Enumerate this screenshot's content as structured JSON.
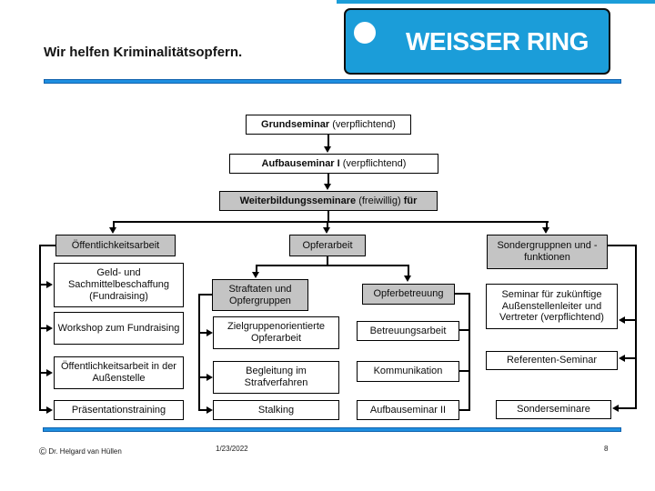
{
  "header": {
    "title": "Wir helfen Kriminalitätsopfern.",
    "logo": {
      "text": "WEISSER RING",
      "icon": "white-ring"
    }
  },
  "chain": [
    {
      "bold": "Grundseminar",
      "regular": " (verpflichtend)",
      "bold2": ""
    },
    {
      "bold": "Aufbauseminar I",
      "regular": " (verpflichtend)",
      "bold2": ""
    },
    {
      "bold": "Weiterbildungsseminare",
      "regular": " (freiwillig) ",
      "bold2": "für"
    }
  ],
  "groups": {
    "public": {
      "header": "Öffentlichkeitsarbeit",
      "items": [
        "Geld- und Sachmittelbeschaffung (Fundraising)",
        "Workshop zum Fundraising",
        "Öffentlichkeitsarbeit in der Außenstelle",
        "Präsentationstraining"
      ]
    },
    "victim": {
      "header": "Opferarbeit",
      "crimes": {
        "header": "Straftaten und Opfergruppen",
        "items": [
          "Zielgruppenorientierte Opferarbeit",
          "Begleitung im Strafverfahren",
          "Stalking"
        ]
      },
      "care": {
        "header": "Opferbetreuung",
        "items": [
          "Betreuungsarbeit",
          "Kommunikation",
          "Aufbauseminar II"
        ]
      }
    },
    "special": {
      "header": "Sondergruppnen und -funktionen",
      "items": [
        "Seminar für zukünftige Außenstellenleiter und Vertreter (verpflichtend)",
        "Referenten-Seminar",
        "Sonderseminare"
      ]
    }
  },
  "footer": {
    "copyright_symbol": "©",
    "author": "Dr. Helgard van Hüllen",
    "date": "1/23/2022",
    "page": "8"
  },
  "colors": {
    "logo_blue": "#1b9dd9",
    "rule_blue": "#1e8fe0",
    "box_gray": "#c4c4c4"
  }
}
